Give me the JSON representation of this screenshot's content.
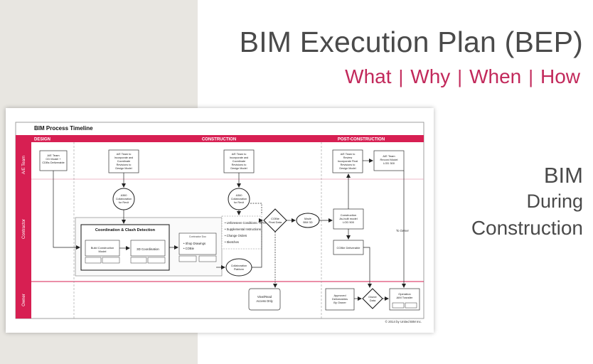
{
  "header": {
    "title": "BIM Execution Plan (BEP)",
    "subtitle": [
      "What",
      "Why",
      "When",
      "How"
    ],
    "separator": "|"
  },
  "side_title": {
    "line1": "BIM",
    "line2": "During",
    "line3": "Construction"
  },
  "colors": {
    "accent": "#c2295b",
    "title_text": "#4a4a4a",
    "left_panel": "#e8e6e1"
  },
  "diagram": {
    "title": "BIM Process Timeline",
    "phases": [
      "DESIGN",
      "CONSTRUCTION",
      "POST-CONSTRUCTION"
    ],
    "lanes": [
      "A/E Team",
      "Contractor",
      "Owner"
    ],
    "nodes": {
      "ae_deliverable": "A/E Team\nCD Model +\nCDBs Deliverable",
      "ae_incorporate_1": "A/E Team to\nIncorporate and\nCoordinate\nRevisions to\nDesign Model",
      "ae_incorporate_2": "A/E Team to\nIncorporate and\nCoordinate\nRevisions to\nDesign Model",
      "ae_review": "A/E Team to\nReview\nIncorporate Final\nRevisions to\nDesign Model",
      "ae_record": "A/E Team\nRecord Model\nLOD 300",
      "collab_1": "A360\nCollaboration\nfor Revit",
      "collab_2": "A360\nCollaboration\nfor Revit",
      "coord_title": "Coordination & Clash Detection",
      "build_model": "Build Construction\nModel",
      "coord_3d": "3D Coordination",
      "contractor_doc": "Contractor Doc",
      "shop_items": [
        "Shop Drawings",
        "COBie"
      ],
      "coll_platform": "Collaboration\nPlatform",
      "field_items": [
        "Unforeseen Conditions / RFIs",
        "Supplemental Instructions",
        "Change Orders",
        "Sketches"
      ],
      "cobie_final": "COBie\nFinal Data",
      "made_bim": "Made\nBIM 3D",
      "as_built": "Construction\nAs-built model\nLOD 500",
      "cobie_deliverable": "COBie Deliverable",
      "view_read": "View/Read\nAccess Only",
      "approved": "Approved\nDeliverables\nBy Owner",
      "owner_data": "Owner\nData",
      "ops_transfer": "Operation\nAIM Transfer",
      "to_owner": "To Owner"
    },
    "copyright": "© 2014 by United BIM Inc."
  }
}
